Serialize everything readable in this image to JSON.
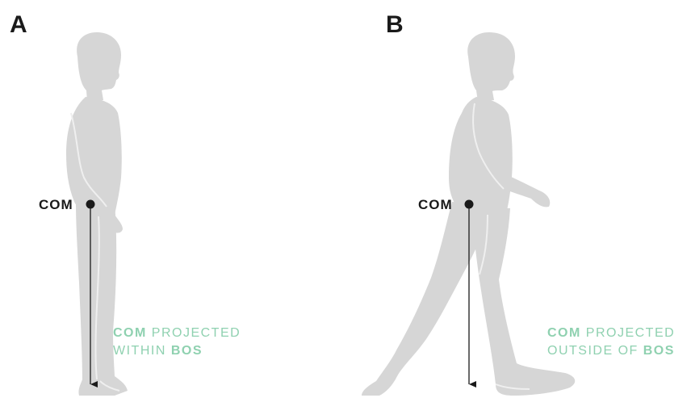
{
  "panels": [
    {
      "label": "A",
      "com_label": "COM",
      "caption": {
        "line1_bold": "COM",
        "line1_rest": " PROJECTED",
        "line2_rest": "WITHIN ",
        "line2_bold": "BOS"
      }
    },
    {
      "label": "B",
      "com_label": "COM",
      "caption": {
        "line1_bold": "COM",
        "line1_rest": " PROJECTED",
        "line2_rest": "OUTSIDE OF ",
        "line2_bold": "BOS"
      }
    }
  ],
  "colors": {
    "figure_fill": "#d6d6d6",
    "figure_line": "#efefef",
    "caption_accent": "#8fd1b0",
    "marker": "#1a1a1a"
  }
}
